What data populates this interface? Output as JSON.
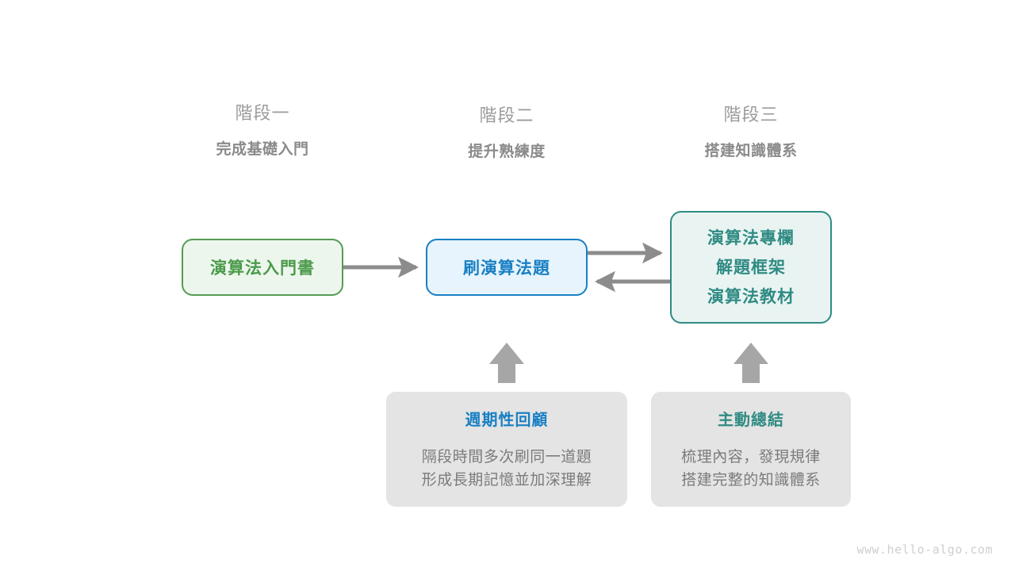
{
  "stages": [
    {
      "label": "階段一",
      "subtitle": "完成基礎入門"
    },
    {
      "label": "階段二",
      "subtitle": "提升熟練度"
    },
    {
      "label": "階段三",
      "subtitle": "搭建知識體系"
    }
  ],
  "nodes": {
    "book": {
      "text": "演算法入門書",
      "color": "#4b9b4b",
      "fill": "#edf6ed",
      "border": "#559b55"
    },
    "practice": {
      "text": "刷演算法題",
      "color": "#1a80c4",
      "fill": "#e7f4fd",
      "border": "#1a80c4"
    },
    "resources": {
      "lines": [
        "演算法專欄",
        "解題框架",
        "演算法教材"
      ],
      "color": "#2f8b83",
      "fill": "#e9f4f2",
      "border": "#2f8b83"
    }
  },
  "arrows": {
    "color": "#8c8c8c",
    "book_to_practice": "演算法入門書 → 刷演算法題",
    "practice_to_resources": "刷演算法題 → 演算法專欄",
    "resources_to_practice": "演算法專欄 → 刷演算法題",
    "review_to_practice": "週期性回顧 ↑ 刷演算法題",
    "summary_to_resources": "主動總結 ↑ 演算法專欄"
  },
  "notes": [
    {
      "title": "週期性回顧",
      "title_color": "#1a80c4",
      "body": [
        "隔段時間多次刷同一道題",
        "形成長期記憶並加深理解"
      ]
    },
    {
      "title": "主動總結",
      "title_color": "#2f8b83",
      "body": [
        "梳理內容，發現規律",
        "搭建完整的知識體系"
      ]
    }
  ],
  "watermark": "www.hello-algo.com"
}
